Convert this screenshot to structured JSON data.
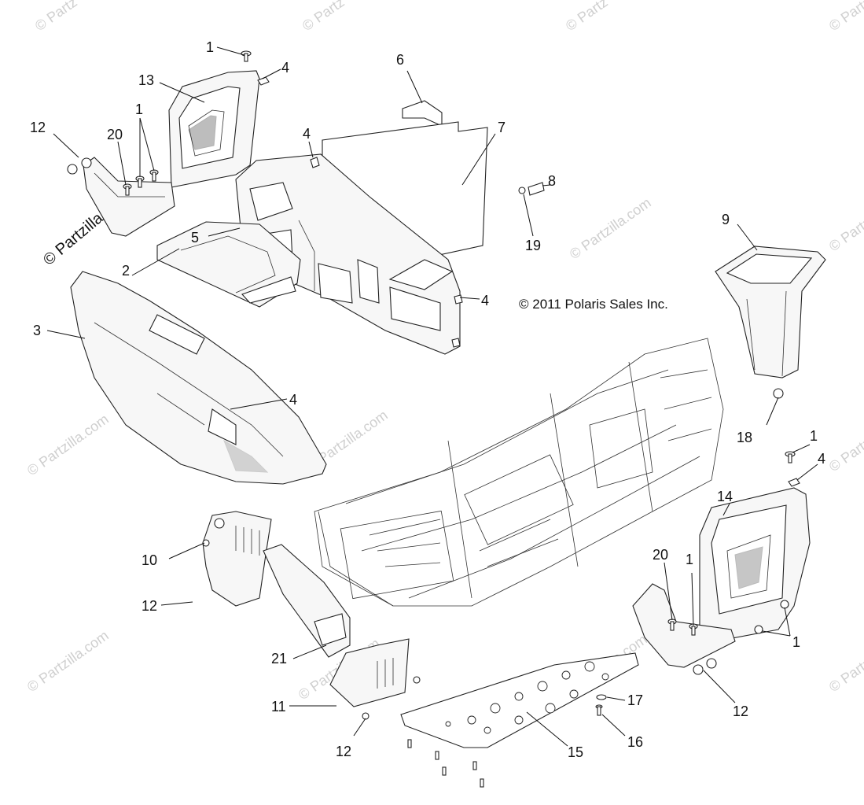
{
  "copyright": "© 2011 Polaris Sales Inc.",
  "watermark": "© Partzilla.com",
  "watermark_short": "© Partz",
  "callouts": {
    "c1a": "1",
    "c4a": "4",
    "c13": "13",
    "c12a": "12",
    "c20a": "20",
    "c1b": "1",
    "c6": "6",
    "c7": "7",
    "c4b": "4",
    "c8": "8",
    "c19": "19",
    "c5": "5",
    "c9": "9",
    "c2": "2",
    "c4c": "4",
    "c3": "3",
    "c4d": "4",
    "c18": "18",
    "c1c": "1",
    "c4e": "4",
    "c14": "14",
    "c10": "10",
    "c12b": "12",
    "c20b": "20",
    "c1d": "1",
    "c1e": "1",
    "c21": "21",
    "c11": "11",
    "c17": "17",
    "c12c": "12",
    "c12d": "12",
    "c16": "16",
    "c15": "15"
  }
}
